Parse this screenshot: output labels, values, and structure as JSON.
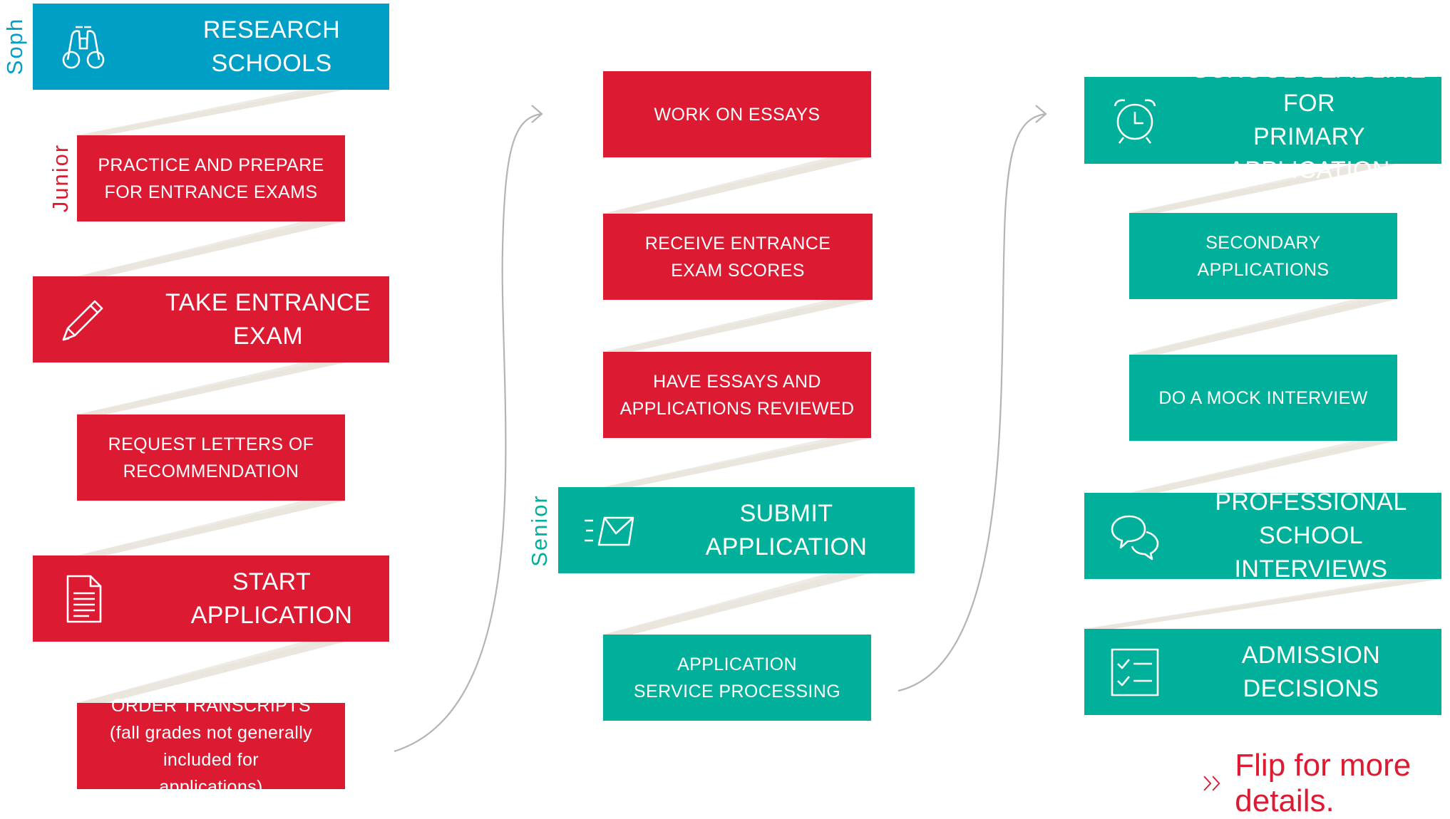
{
  "year_labels": [
    {
      "text": "Soph",
      "color": "#00a0c6"
    },
    {
      "text": "Junior",
      "color": "#dc1b33"
    },
    {
      "text": "Senior",
      "color": "#00b09b"
    }
  ],
  "colors": {
    "soph": "#00a0c6",
    "red": "#dc1b33",
    "green": "#00b09b",
    "ribbon": "#f0ede6",
    "connector": "#b4b4b4"
  },
  "columns": [
    {
      "steps": [
        {
          "label": "RESEARCH SCHOOLS",
          "color": "blue",
          "icon": "binoculars-icon"
        },
        {
          "label": "PRACTICE AND PREPARE\nFOR ENTRANCE EXAMS",
          "color": "red",
          "icon": ""
        },
        {
          "label": "TAKE ENTRANCE EXAM",
          "color": "red",
          "icon": "pencil-icon"
        },
        {
          "label": "REQUEST LETTERS OF\nRECOMMENDATION",
          "color": "red",
          "icon": ""
        },
        {
          "label": "START APPLICATION",
          "color": "red",
          "icon": "document-icon"
        },
        {
          "label": "ORDER TRANSCRIPTS\n(fall grades not generally included for\napplications)",
          "color": "red",
          "icon": ""
        }
      ]
    },
    {
      "steps": [
        {
          "label": "WORK ON ESSAYS",
          "color": "red",
          "icon": ""
        },
        {
          "label": "RECEIVE ENTRANCE\nEXAM SCORES",
          "color": "red",
          "icon": ""
        },
        {
          "label": "HAVE ESSAYS AND\nAPPLICATIONS REVIEWED",
          "color": "red",
          "icon": ""
        },
        {
          "label": "SUBMIT APPLICATION",
          "color": "green",
          "icon": "envelope-icon"
        },
        {
          "label": "APPLICATION\nSERVICE PROCESSING",
          "color": "green",
          "icon": ""
        }
      ]
    },
    {
      "steps": [
        {
          "label": "SCHOOL DEADLINE FOR\nPRIMARY APPLICATION",
          "color": "green",
          "icon": "alarm-clock-icon"
        },
        {
          "label": "SECONDARY\nAPPLICATIONS",
          "color": "green",
          "icon": ""
        },
        {
          "label": "DO A MOCK INTERVIEW",
          "color": "green",
          "icon": ""
        },
        {
          "label": "PROFESSIONAL SCHOOL\nINTERVIEWS",
          "color": "green",
          "icon": "chat-bubbles-icon"
        },
        {
          "label": "ADMISSION DECISIONS",
          "color": "green",
          "icon": "checklist-icon"
        }
      ]
    }
  ],
  "footer": {
    "text": "Flip for more details.",
    "icon": "double-chevron-right-icon"
  }
}
